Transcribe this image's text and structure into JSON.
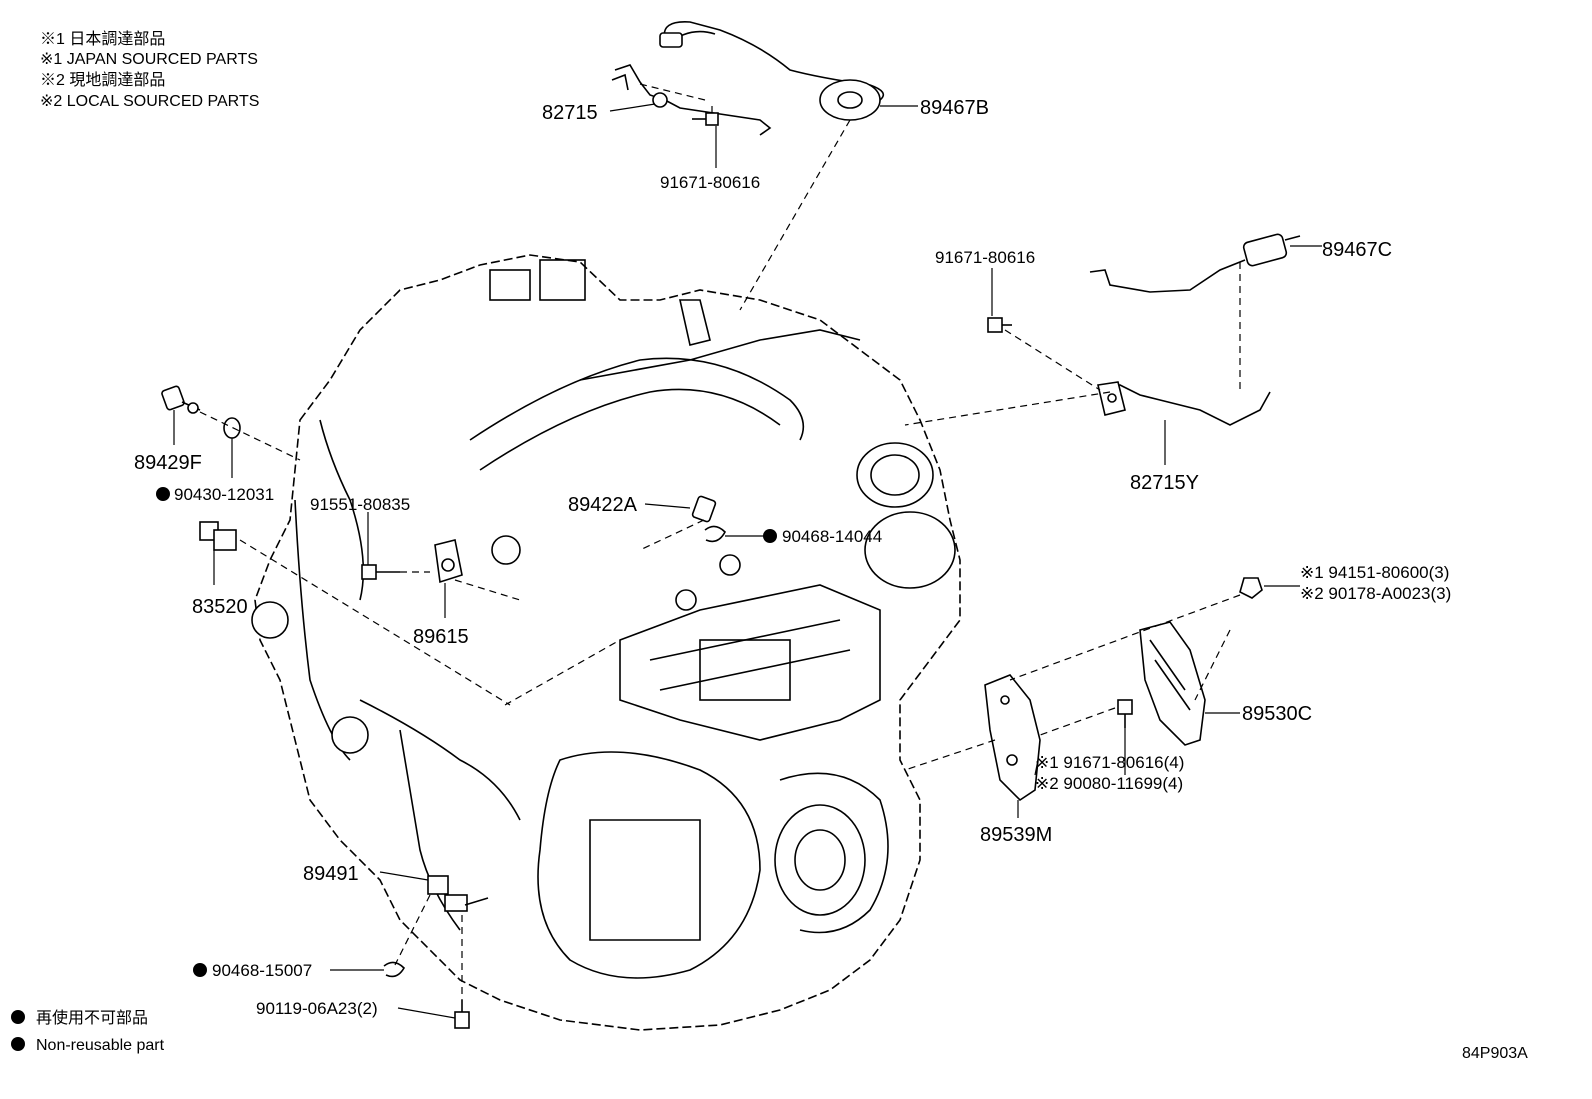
{
  "legend": {
    "line1": "※1 日本調達部品",
    "line2": "※1 JAPAN SOURCED PARTS",
    "line3": "※2 現地調達部品",
    "line4": "※2 LOCAL SOURCED PARTS"
  },
  "footer": {
    "nonreusable_jp": "再使用不可部品",
    "nonreusable_en": "Non-reusable part",
    "sheet_id": "84P903A"
  },
  "parts": {
    "p82715": "82715",
    "p89467B": "89467B",
    "p91671_top": "91671-80616",
    "p91671_mid": "91671-80616",
    "p89467C": "89467C",
    "p82715Y": "82715Y",
    "p89429F": "89429F",
    "p90430": "90430-12031",
    "p91551": "91551-80835",
    "p89422A": "89422A",
    "p90468_14044": "90468-14044",
    "p83520": "83520",
    "p89615": "89615",
    "p94151": "※1 94151-80600(3)",
    "p90178": "※2 90178-A0023(3)",
    "p89530C": "89530C",
    "p91671_4": "※1 91671-80616(4)",
    "p90080": "※2 90080-11699(4)",
    "p89539M": "89539M",
    "p89491": "89491",
    "p90468_15007": "90468-15007",
    "p90119": "90119-06A23(2)"
  }
}
